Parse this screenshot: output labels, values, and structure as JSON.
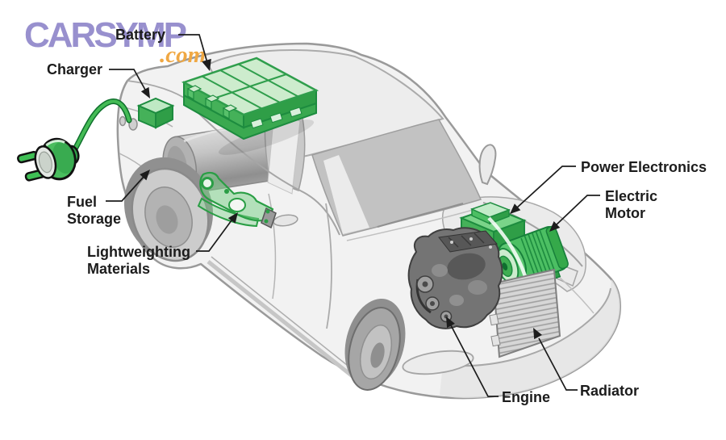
{
  "watermark": {
    "brand": "CARSYMP",
    "suffix": ".com",
    "brand_color": "#9890ce",
    "suffix_color": "#f0a843"
  },
  "diagram": {
    "labels": [
      {
        "id": "battery",
        "text": "Battery"
      },
      {
        "id": "charger",
        "text": "Charger"
      },
      {
        "id": "fuel-storage",
        "text": "Fuel Storage"
      },
      {
        "id": "lightweighting-materials",
        "text": "Lightweighting Materials"
      },
      {
        "id": "power-electronics",
        "text": "Power Electronics"
      },
      {
        "id": "electric-motor",
        "text": "Electric Motor"
      },
      {
        "id": "engine",
        "text": "Engine"
      },
      {
        "id": "radiator",
        "text": "Radiator"
      }
    ],
    "colors": {
      "component_green": "#3fb552",
      "component_green_light": "#cdeccd",
      "component_green_dark": "#1d8c3f",
      "car_body": "#f2f2f2",
      "car_outline": "#9a9a9a",
      "glass": "#c3c3c3",
      "label_text": "#1c1c1c"
    }
  }
}
